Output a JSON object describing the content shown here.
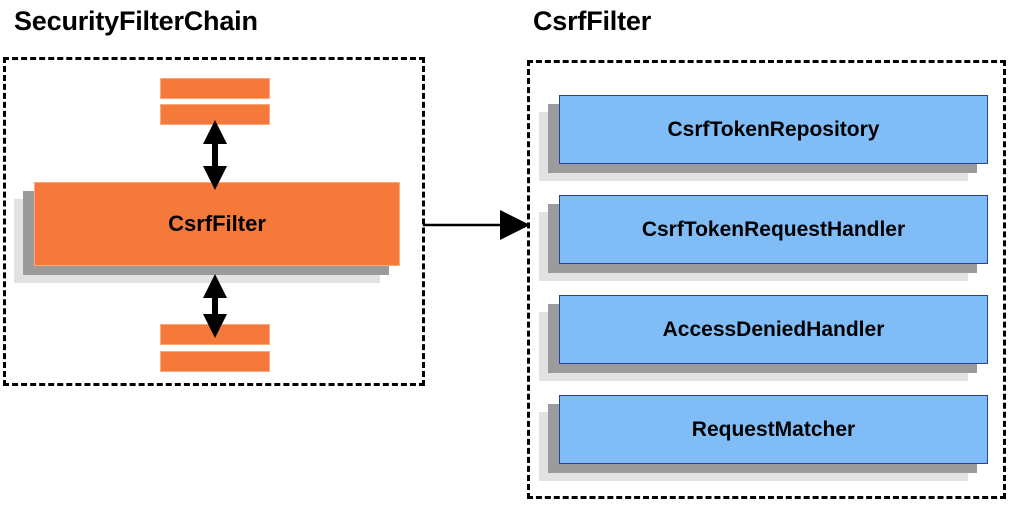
{
  "diagram": {
    "left_panel": {
      "title": "SecurityFilterChain",
      "bars_above": [
        "",
        ""
      ],
      "main_component": "CsrfFilter",
      "bars_below": [
        "",
        ""
      ]
    },
    "right_panel": {
      "title": "CsrfFilter",
      "collaborators": [
        {
          "label": "CsrfTokenRepository"
        },
        {
          "label": "CsrfTokenRequestHandler"
        },
        {
          "label": "AccessDeniedHandler"
        },
        {
          "label": "RequestMatcher"
        }
      ]
    },
    "connectors": {
      "chain_to_detail": "arrow-right-icon",
      "above_link": "arrow-double-vertical-icon",
      "below_link": "arrow-double-vertical-icon"
    },
    "colors": {
      "filter_orange": "#F4793B",
      "filter_orange_border": "#F9A878",
      "collaborator_blue": "#80BDF6",
      "collaborator_blue_border": "#2B3F9E",
      "shadow_mid": "#9B9B9B",
      "shadow_back": "#E2E2E2",
      "panel_border": "#000000",
      "text": "#000000"
    }
  }
}
